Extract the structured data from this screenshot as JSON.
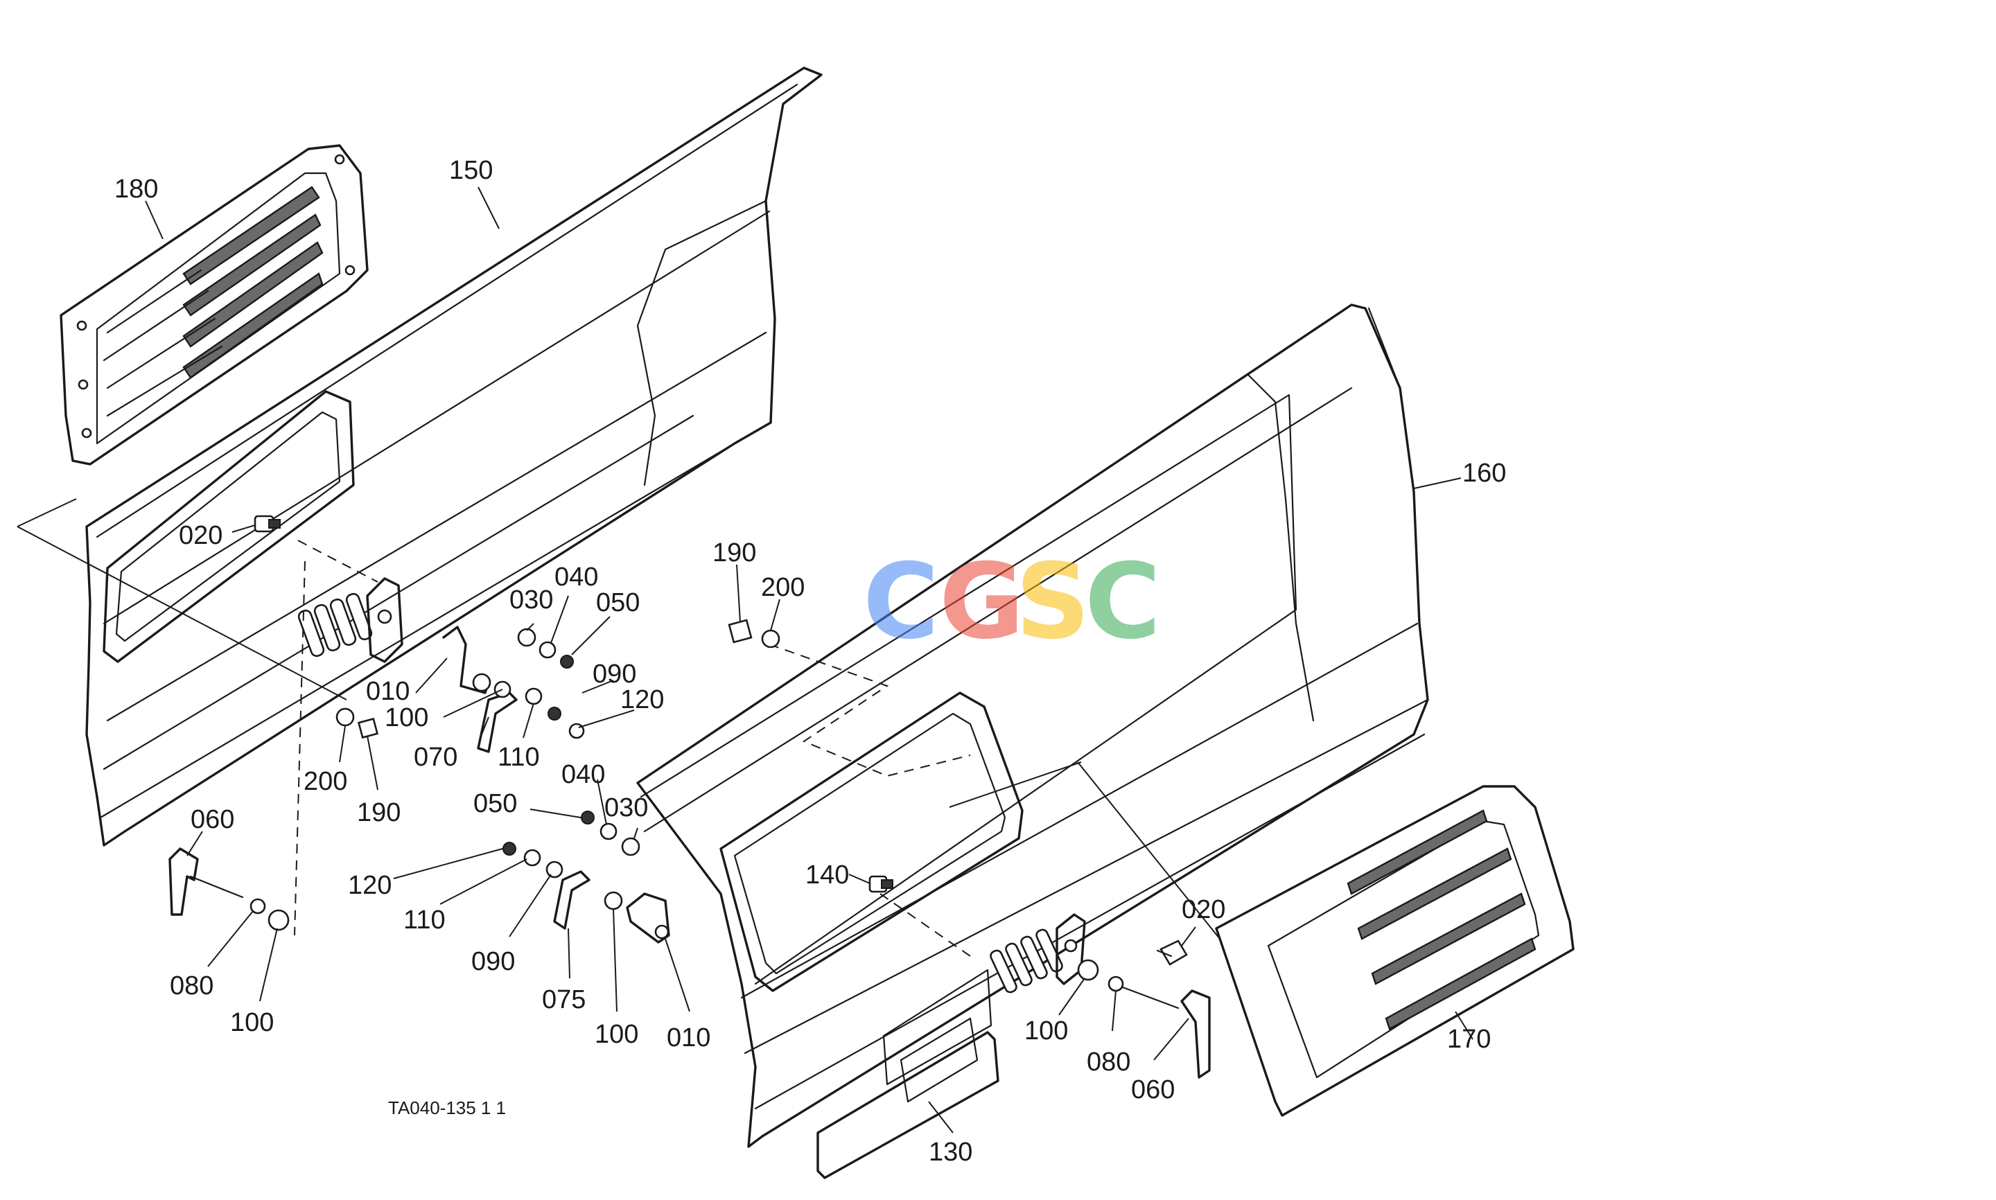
{
  "diagram": {
    "reference_code": "TA040-135 1 1",
    "watermark": {
      "letters": [
        {
          "char": "C",
          "color": "#4285F4"
        },
        {
          "char": "G",
          "color": "#EA4335"
        },
        {
          "char": "S",
          "color": "#FBBC05"
        },
        {
          "char": "C",
          "color": "#34A853"
        }
      ]
    },
    "callouts": {
      "c180": "180",
      "c150": "150",
      "c160": "160",
      "c170": "170",
      "c020_left": "020",
      "c030_upper": "030",
      "c040_upper": "040",
      "c050_upper": "050",
      "c090_upper": "090",
      "c120_upper": "120",
      "c010_upper": "010",
      "c100_upper": "100",
      "c070": "070",
      "c110_upper": "110",
      "c200_left": "200",
      "c190_left": "190",
      "c060_left": "060",
      "c080_left": "080",
      "c100_left": "100",
      "c190_right": "190",
      "c200_right": "200",
      "c050_lower": "050",
      "c040_lower": "040",
      "c030_lower": "030",
      "c120_lower": "120",
      "c110_lower": "110",
      "c090_lower": "090",
      "c075": "075",
      "c100_lower": "100",
      "c010_lower": "010",
      "c140": "140",
      "c020_right": "020",
      "c100_right": "100",
      "c080_right": "080",
      "c060_right": "060",
      "c130": "130"
    }
  }
}
